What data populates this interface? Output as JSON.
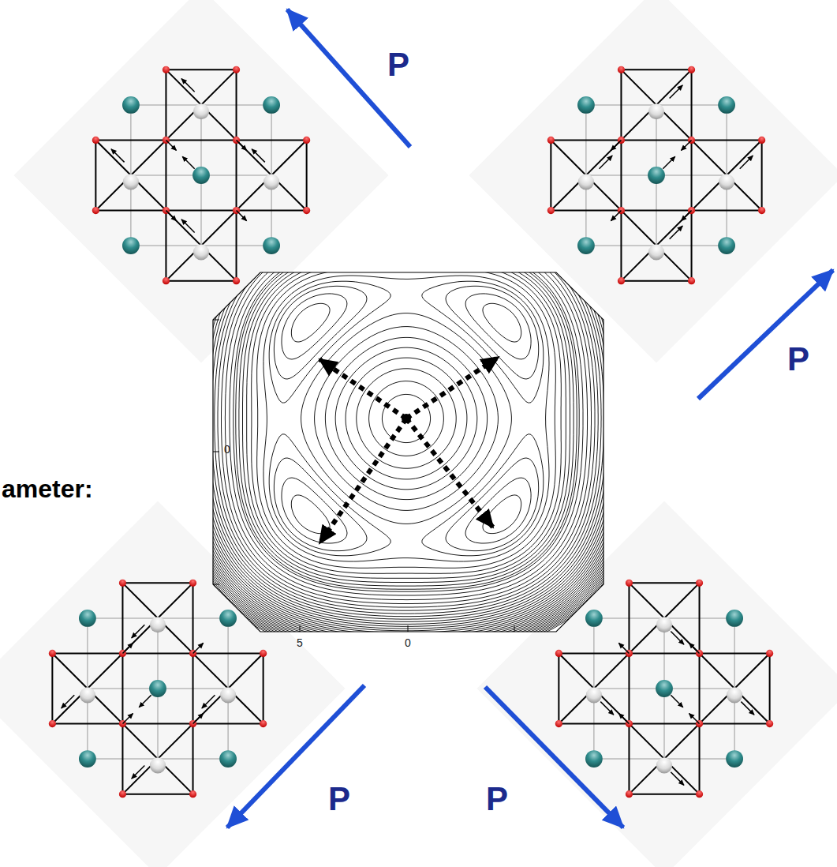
{
  "diagram": {
    "labels": [
      "P",
      "P",
      "0",
      "ameter:",
      "5",
      "0",
      "P",
      "P"
    ]
  }
}
